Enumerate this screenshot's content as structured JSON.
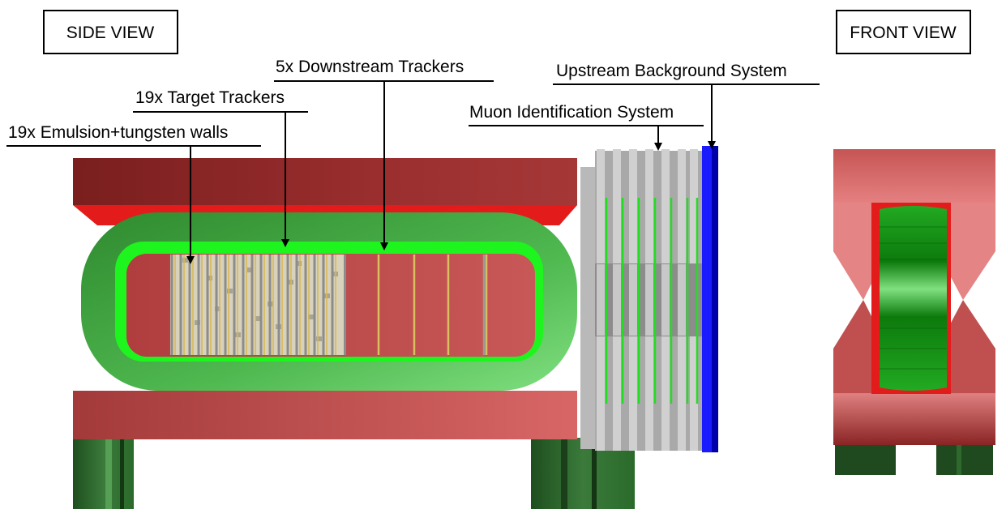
{
  "views": {
    "side": "SIDE VIEW",
    "front": "FRONT VIEW"
  },
  "labels": {
    "emulsion": "19x Emulsion+tungsten walls",
    "target_trackers": "19x Target Trackers",
    "downstream": "5x Downstream Trackers",
    "muon": "Muon Identification System",
    "upstream": "Upstream Background System"
  },
  "colors": {
    "yoke": "#b94a4a",
    "yoke_dark": "#7e1f1f",
    "yoke_light": "#d06060",
    "coil": "#44a844",
    "coil_light": "#7fe07f",
    "coil_bright": "#00ff00",
    "inner": "#c05050",
    "red": "#e31b1b",
    "legs": "#2a6a2a",
    "target": "#d9d4c0",
    "muon": "#b8b8b8",
    "veto": "#1a1aff",
    "tracker": "#d8c060"
  }
}
